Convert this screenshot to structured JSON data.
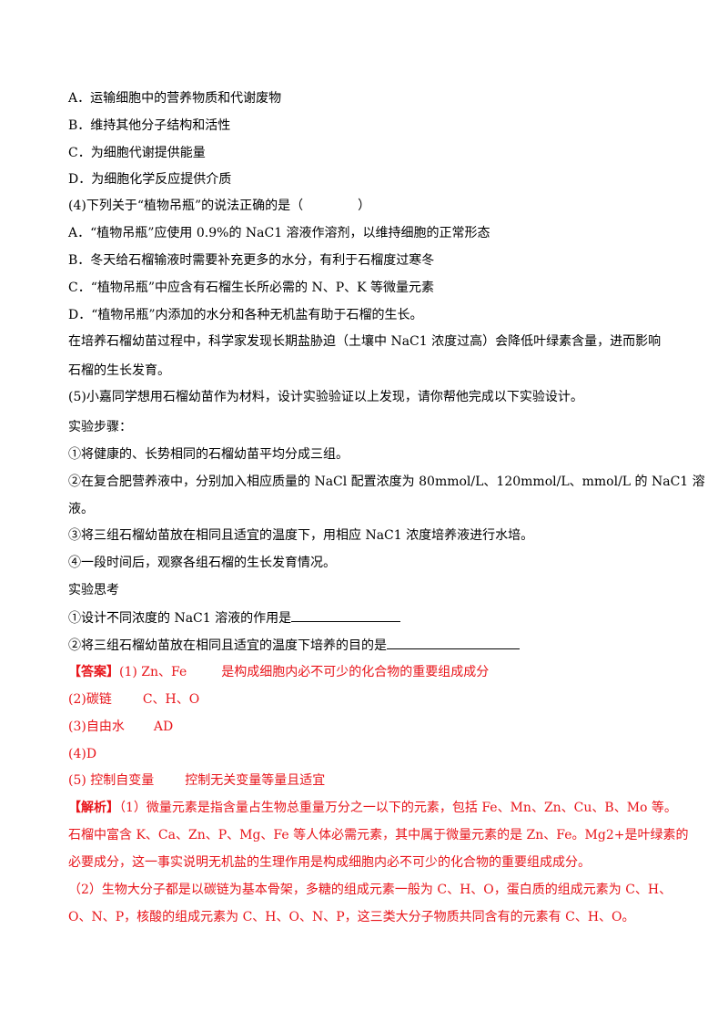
{
  "question_lines": {
    "q3_a": "A．运输细胞中的营养物质和代谢废物",
    "q3_b": "B．维持其他分子结构和活性",
    "q3_c": "C．为细胞代谢提供能量",
    "q3_d": "D．为细胞化学反应提供介质",
    "q4_stem": "(4)下列关于“植物吊瓶”的说法正确的是（",
    "q4_stem_end": "）",
    "q4_a": "A．“植物吊瓶”应使用 0.9%的 NaC1 溶液作溶剂，以维持细胞的正常形态",
    "q4_b": "B．冬天给石榴输液时需要补充更多的水分，有利于石榴度过寒冬",
    "q4_c": "C．“植物吊瓶”中应含有石榴生长所必需的 N、P、K 等微量元素",
    "q4_d": "D．“植物吊瓶”内添加的水分和各种无机盐有助于石榴的生长。",
    "context_1": "在培养石榴幼苗过程中，科学家发现长期盐胁迫（土壤中 NaC1 浓度过高）会降低叶绿素含量，进而影响",
    "context_2": "石榴的生长发育。",
    "q5_stem": "(5)小嘉同学想用石榴幼苗作为材料，设计实验验证以上发现，请你帮他完成以下实验设计。",
    "steps_title": "实验步骤：",
    "step1": "①将健康的、长势相同的石榴幼苗平均分成三组。",
    "step2_a": "②在复合肥营养液中，分别加入相应质量的 NaCl 配置浓度为 80mmol/L、120mmol/L、mmol/L 的 NaC1 溶",
    "step2_b": "液。",
    "step3": "③将三组石榴幼苗放在相同且适宜的温度下，用相应 NaC1 浓度培养液进行水培。",
    "step4": "④一段时间后，观察各组石榴的生长发育情况。",
    "think_title": "实验思考",
    "think1": "①设计不同浓度的 NaC1 溶液的作用是",
    "think2": "②将三组石榴幼苗放在相同且适宜的温度下培养的目的是"
  },
  "answer": {
    "a1_label": "【答案】",
    "a1_left": "(1) Zn、Fe",
    "a1_right": "是构成细胞内必不可少的化合物的重要组成成分",
    "a2_left": "(2)碳链",
    "a2_right": "C、H、O",
    "a3_left": "(3)自由水",
    "a3_right": "AD",
    "a4": "(4)D",
    "a5_left": "(5)  控制自变量",
    "a5_right": "控制无关变量等量且适宜"
  },
  "analysis": {
    "label": "【解析】",
    "p1_1": "（1）微量元素是指含量占生物总重量万分之一以下的元素，包括 Fe、Mn、Zn、Cu、B、Mo 等。",
    "p1_2": "石榴中富含 K、Ca、Zn、P、Mg、Fe 等人体必需元素，其中属于微量元素的是 Zn、Fe。Mg2+是叶绿素的",
    "p1_3": "必要成分，这一事实说明无机盐的生理作用是构成细胞内必不可少的化合物的重要组成成分。",
    "p2_1": "（2）生物大分子都是以碳链为基本骨架，多糖的组成元素一般为 C、H、O，蛋白质的组成元素为 C、H、",
    "p2_2": "O、N、P，核酸的组成元素为 C、H、O、N、P，这三类大分子物质共同含有的元素有 C、H、O。"
  },
  "colors": {
    "answer_red": "#e8141a",
    "text": "#000000"
  }
}
